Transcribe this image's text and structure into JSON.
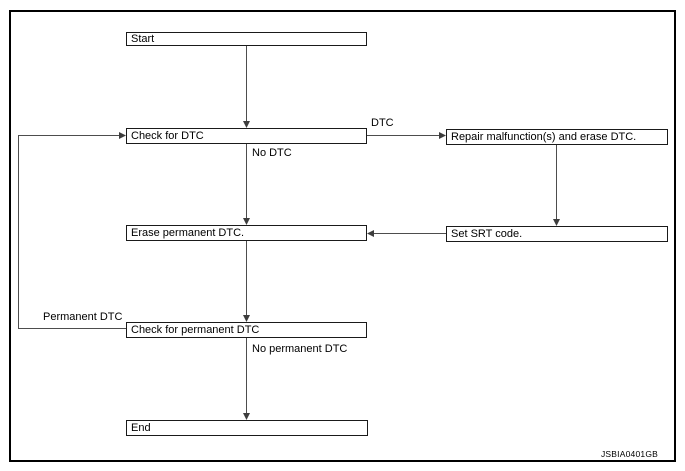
{
  "flowchart": {
    "nodes": {
      "start": "Start",
      "check_dtc": "Check for DTC",
      "repair_erase": "Repair malfunction(s) and erase DTC.",
      "erase_permanent": "Erase permanent DTC.",
      "set_srt": "Set SRT code.",
      "check_permanent": "Check for permanent DTC",
      "end": "End"
    },
    "edge_labels": {
      "dtc": "DTC",
      "no_dtc": "No DTC",
      "permanent_dtc": "Permanent DTC",
      "no_permanent_dtc": "No permanent DTC"
    },
    "figure_code": "JSBIA0401GB",
    "colors": {
      "background": "#ffffff",
      "box_border": "#1a1a1a",
      "line": "#4d4d4d",
      "text": "#000000"
    }
  }
}
